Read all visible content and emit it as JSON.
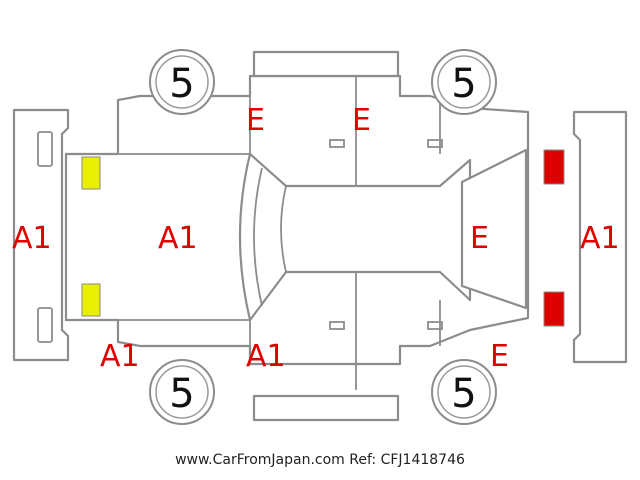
{
  "colors": {
    "marker_left": "#e8ef00",
    "marker_right": "#dd0000",
    "mark_text": "#e00000",
    "outline": "#8c8c8c"
  },
  "wheels": {
    "front_left": "5",
    "rear_left": "5",
    "front_right": "5",
    "rear_right": "5"
  },
  "marks": {
    "front_bumper": "A1",
    "hood": "A1",
    "front_left_fender": "A1",
    "left_front_door": "A1",
    "right_front_door": "E",
    "right_rear_door": "E",
    "rear_glass": "E",
    "rear_bumper": "A1",
    "left_quarter": "E"
  },
  "footer": "www.CarFromJapan.com Ref: CFJ1418746"
}
